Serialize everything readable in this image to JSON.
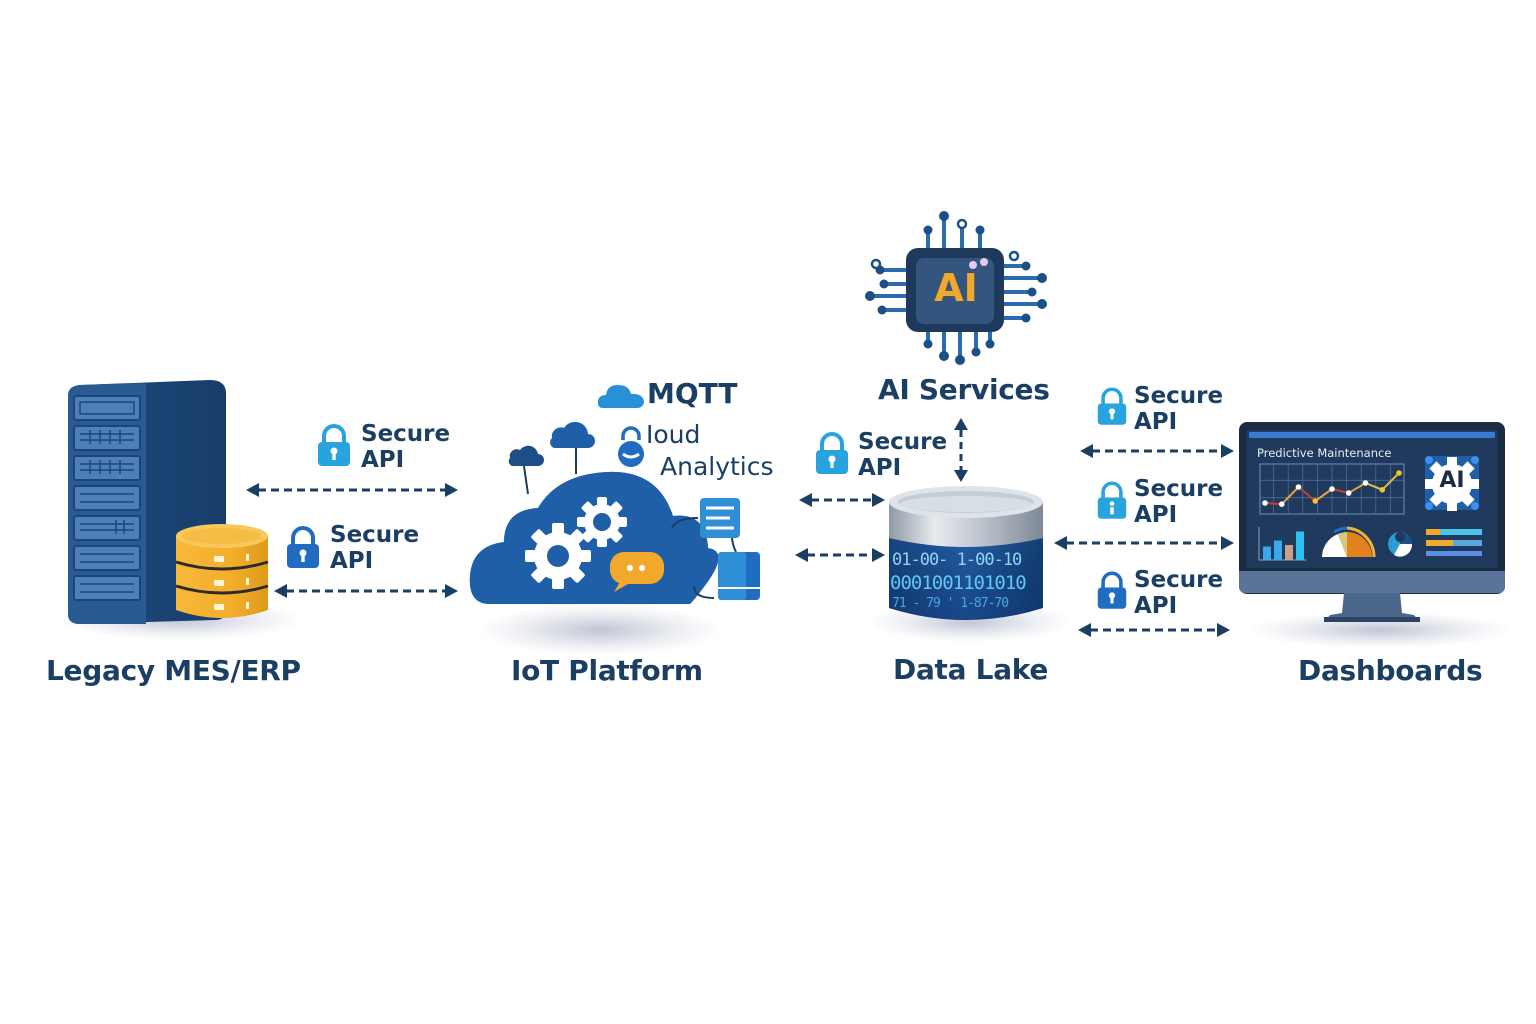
{
  "diagram": {
    "nodes": [
      {
        "id": "legacy",
        "label": "Legacy MES/ERP",
        "icon": "server-rack-with-database-icon"
      },
      {
        "id": "iot",
        "label": "IoT Platform",
        "icon": "cloud-gears-icon"
      },
      {
        "id": "ai",
        "label": "AI Services",
        "icon": "ai-chip-icon"
      },
      {
        "id": "lake",
        "label": "Data Lake",
        "icon": "data-cylinder-icon"
      },
      {
        "id": "dash",
        "label": "Dashboards",
        "icon": "monitor-dashboard-icon"
      }
    ],
    "iot_annotations": {
      "mqtt": "MQTT",
      "cloud_line1": "Ioud",
      "cloud_line2": "Analytics"
    },
    "chip_text": "AI",
    "data_lake_bits": [
      "01-00- 1-00-10",
      "0001001101010",
      "71 - 79 ' 1-87-70"
    ],
    "api_links": [
      {
        "line1": "Secure",
        "line2": "API",
        "from": "legacy",
        "to": "iot"
      },
      {
        "line1": "Secure",
        "line2": "API",
        "from": "legacy",
        "to": "iot"
      },
      {
        "line1": "Secure",
        "line2": "API",
        "from": "iot",
        "to": "lake"
      },
      {
        "line1": "Secure",
        "line2": "API",
        "from": "lake",
        "to": "dash"
      },
      {
        "line1": "Secure",
        "line2": "API",
        "from": "lake",
        "to": "dash"
      },
      {
        "line1": "Secure",
        "line2": "API",
        "from": "lake",
        "to": "dash"
      }
    ],
    "dashboard": {
      "title": "Predictive Maintenance",
      "ai_badge": "AI",
      "line_series": [
        0.15,
        0.12,
        0.55,
        0.2,
        0.5,
        0.4,
        0.65,
        0.48,
        0.9
      ],
      "bar_series": [
        0.45,
        0.65,
        0.5,
        0.95
      ]
    },
    "colors": {
      "navy": "#1b3f63",
      "primary_blue": "#1f5fa8",
      "light_blue": "#2aa6de",
      "gold": "#f2b233",
      "orange": "#f0a12a",
      "screen": "#1f3a5c"
    }
  }
}
